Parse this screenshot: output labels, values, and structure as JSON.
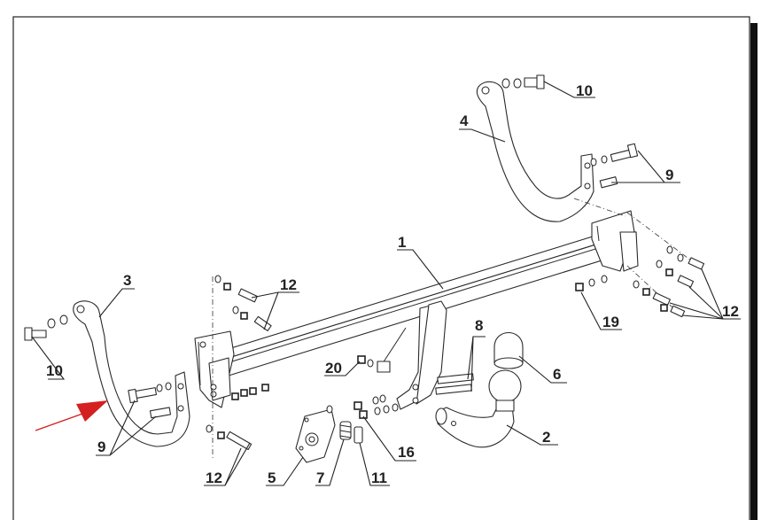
{
  "diagram": {
    "callouts": {
      "c1": "1",
      "c2": "2",
      "c3": "3",
      "c4": "4",
      "c5": "5",
      "c6": "6",
      "c7": "7",
      "c8": "8",
      "c9_right": "9",
      "c9_left": "9",
      "c10_top": "10",
      "c10_left": "10",
      "c11": "11",
      "c12_top": "12",
      "c12_right": "12",
      "c12_bottom": "12",
      "c16": "16",
      "c19": "19",
      "c20": "20"
    },
    "colors": {
      "line": "#2a2a2a",
      "arrow": "#d42020",
      "frame_shadow": "#111111"
    }
  }
}
